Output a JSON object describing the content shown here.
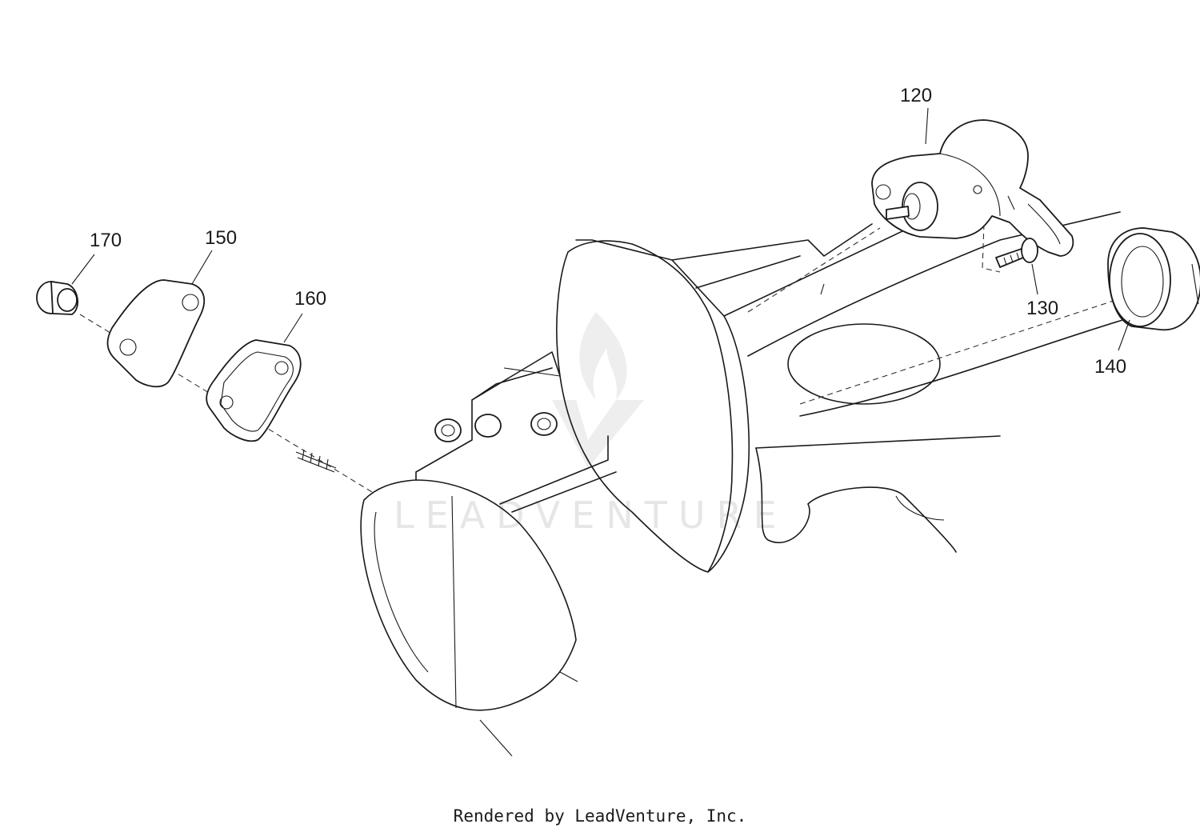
{
  "diagram": {
    "callouts": [
      {
        "id": "120",
        "label": "120"
      },
      {
        "id": "130",
        "label": "130"
      },
      {
        "id": "140",
        "label": "140"
      },
      {
        "id": "150",
        "label": "150"
      },
      {
        "id": "160",
        "label": "160"
      },
      {
        "id": "170",
        "label": "170"
      }
    ],
    "watermark": "LEADVENTURE",
    "footer": "Rendered by LeadVenture, Inc."
  }
}
